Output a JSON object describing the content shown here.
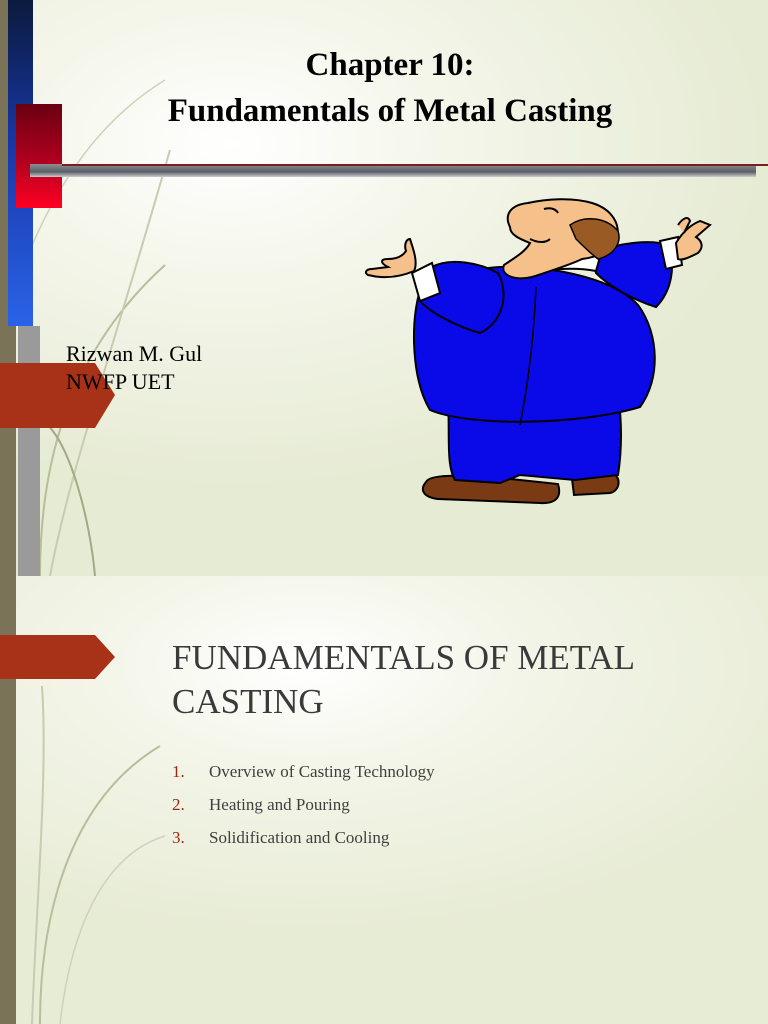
{
  "slide1": {
    "title_line1": "Chapter 10:",
    "title_line2": "Fundamentals of Metal Casting",
    "author": "Rizwan M. Gul",
    "affiliation": "NWFP UET",
    "colors": {
      "blue_bar": "#1838a8",
      "red_bar": "#d0001e",
      "arrow": "#a83218",
      "suit": "#0a0ae8",
      "skin": "#f5c08a",
      "hair": "#9a5a24",
      "shoe": "#7a3a14"
    },
    "figure_icon": "pleading-man-clipart"
  },
  "slide2": {
    "title": "FUNDAMENTALS OF METAL CASTING",
    "items": [
      {
        "num": "1.",
        "text": "Overview of Casting Technology"
      },
      {
        "num": "2.",
        "text": "Heating and Pouring"
      },
      {
        "num": "3.",
        "text": "Solidification and Cooling"
      }
    ],
    "colors": {
      "arrow": "#a83218",
      "number": "#9b2513"
    }
  }
}
